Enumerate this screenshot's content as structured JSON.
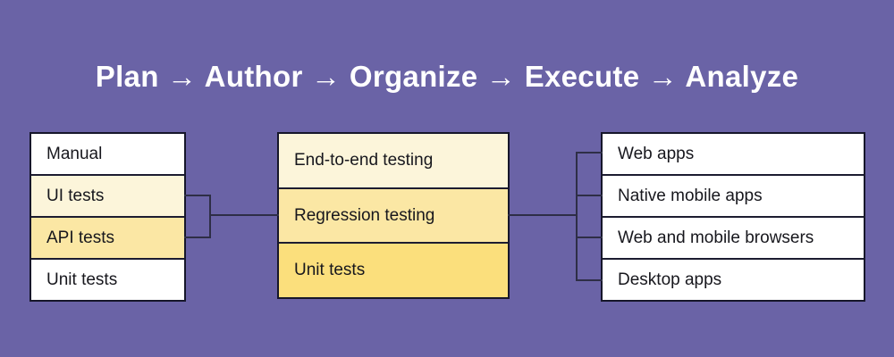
{
  "title": "Plan → Author → Organize → Execute → Analyze",
  "colors": {
    "background": "#6A63A6",
    "box_border": "#16162A",
    "connector_line": "#2E2E46",
    "row_white": "#FFFFFF",
    "row_cream": "#FCF5DA",
    "row_yellow_medium": "#FBE7A4",
    "row_yellow_strong": "#FBDF7C",
    "row_text": "#17171D",
    "title_text": "#FFFFFF"
  },
  "left_box": {
    "rows": [
      {
        "label": "Manual",
        "tone": "tone-white"
      },
      {
        "label": "UI tests",
        "tone": "tone-cream"
      },
      {
        "label": "API tests",
        "tone": "tone-medium"
      },
      {
        "label": "Unit tests",
        "tone": "tone-white"
      }
    ]
  },
  "middle_box": {
    "rows": [
      {
        "label": "End-to-end testing",
        "tone": "tone-cream"
      },
      {
        "label": "Regression testing",
        "tone": "tone-medium"
      },
      {
        "label": "Unit tests",
        "tone": "tone-strong"
      }
    ]
  },
  "right_box": {
    "rows": [
      {
        "label": "Web apps",
        "tone": "tone-white"
      },
      {
        "label": "Native mobile apps",
        "tone": "tone-white"
      },
      {
        "label": "Web and mobile browsers",
        "tone": "tone-white"
      },
      {
        "label": "Desktop apps",
        "tone": "tone-white"
      }
    ]
  }
}
